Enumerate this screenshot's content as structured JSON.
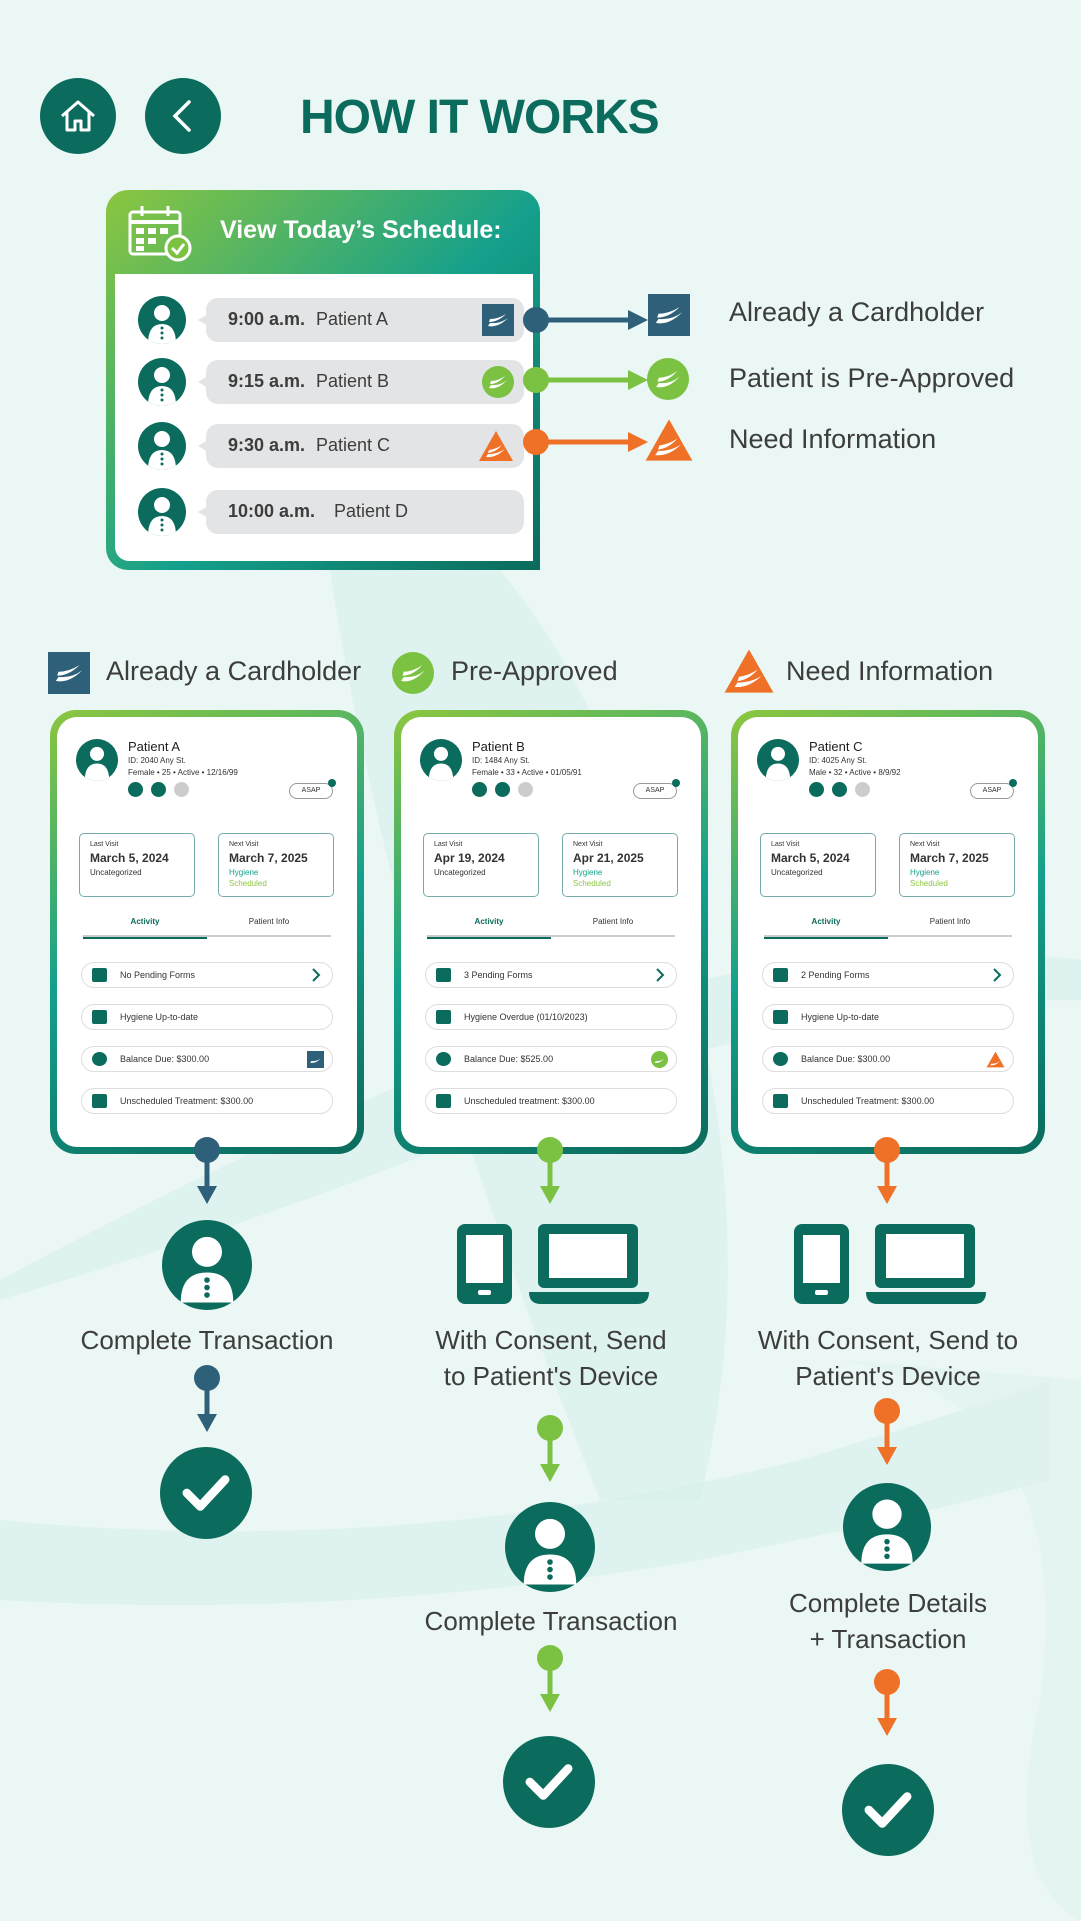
{
  "title": "HOW IT WORKS",
  "nav": {
    "home": "home-icon",
    "back": "chevron-left-icon"
  },
  "schedule": {
    "title": "View Today’s Schedule:",
    "rows": [
      {
        "time": "9:00 a.m.",
        "patient": "Patient A",
        "status": "cardholder"
      },
      {
        "time": "9:15 a.m.",
        "patient": "Patient B",
        "status": "pre-approved"
      },
      {
        "time": "9:30 a.m.",
        "patient": "Patient C",
        "status": "need-info"
      },
      {
        "time": "10:00 a.m.",
        "patient": "Patient D",
        "status": "none"
      }
    ]
  },
  "legend": {
    "cardholder": "Already a Cardholder",
    "preapproved": "Patient is Pre-Approved",
    "needinfo": "Need Information"
  },
  "sections": {
    "cardholder": "Already a Cardholder",
    "preapproved": "Pre-Approved",
    "needinfo": "Need Information"
  },
  "colors": {
    "brand": "#0b6b5c",
    "blue": "#2e6079",
    "green": "#7cc242",
    "orange": "#ef7127"
  },
  "cards": [
    {
      "name": "Patient A",
      "id": "ID: 2040 Any St.",
      "info": "Female  •  25  •  Active  •  12/16/99",
      "asap": "ASAP",
      "last_label": "Last Visit",
      "last_date": "March 5, 2024",
      "last_type": "Uncategorized",
      "next_label": "Next Visit",
      "next_date": "March 7, 2025",
      "next_type": "Hygiene",
      "next_status": "Scheduled",
      "tab1": "Activity",
      "tab2": "Patient Info",
      "forms": "No Pending Forms",
      "hygiene": "Hygiene Up-to-date",
      "balance": "Balance Due: $300.00",
      "treatment": "Unscheduled Treatment: $300.00"
    },
    {
      "name": "Patient B",
      "id": "ID: 1484 Any St.",
      "info": "Female  •  33  •  Active  •  01/05/91",
      "asap": "ASAP",
      "last_label": "Last Visit",
      "last_date": "Apr 19, 2024",
      "last_type": "Uncategorized",
      "next_label": "Next Visit",
      "next_date": "Apr 21, 2025",
      "next_type": "Hygiene",
      "next_status": "Scheduled",
      "tab1": "Activity",
      "tab2": "Patient Info",
      "forms": "3 Pending Forms",
      "hygiene": "Hygiene Overdue (01/10/2023)",
      "balance": "Balance Due: $525.00",
      "treatment": "Unscheduled treatment: $300.00"
    },
    {
      "name": "Patient C",
      "id": "ID: 4025 Any St.",
      "info": "Male  •  32  •  Active  •  8/9/92",
      "asap": "ASAP",
      "last_label": "Last Visit",
      "last_date": "March 5, 2024",
      "last_type": "Uncategorized",
      "next_label": "Next Visit",
      "next_date": "March 7, 2025",
      "next_type": "Hygiene",
      "next_status": "Scheduled",
      "tab1": "Activity",
      "tab2": "Patient Info",
      "forms": "2 Pending Forms",
      "hygiene": "Hygiene Up-to-date",
      "balance": "Balance Due: $300.00",
      "treatment": "Unscheduled Treatment: $300.00"
    }
  ],
  "steps": {
    "complete": "Complete Transaction",
    "consent_b_1": "With Consent, Send",
    "consent_b_2": "to Patient's Device",
    "consent_c_1": "With Consent, Send to",
    "consent_c_2": "Patient's Device",
    "complete_b": "Complete Transaction",
    "details_1": "Complete Details",
    "details_2": "+ Transaction"
  }
}
